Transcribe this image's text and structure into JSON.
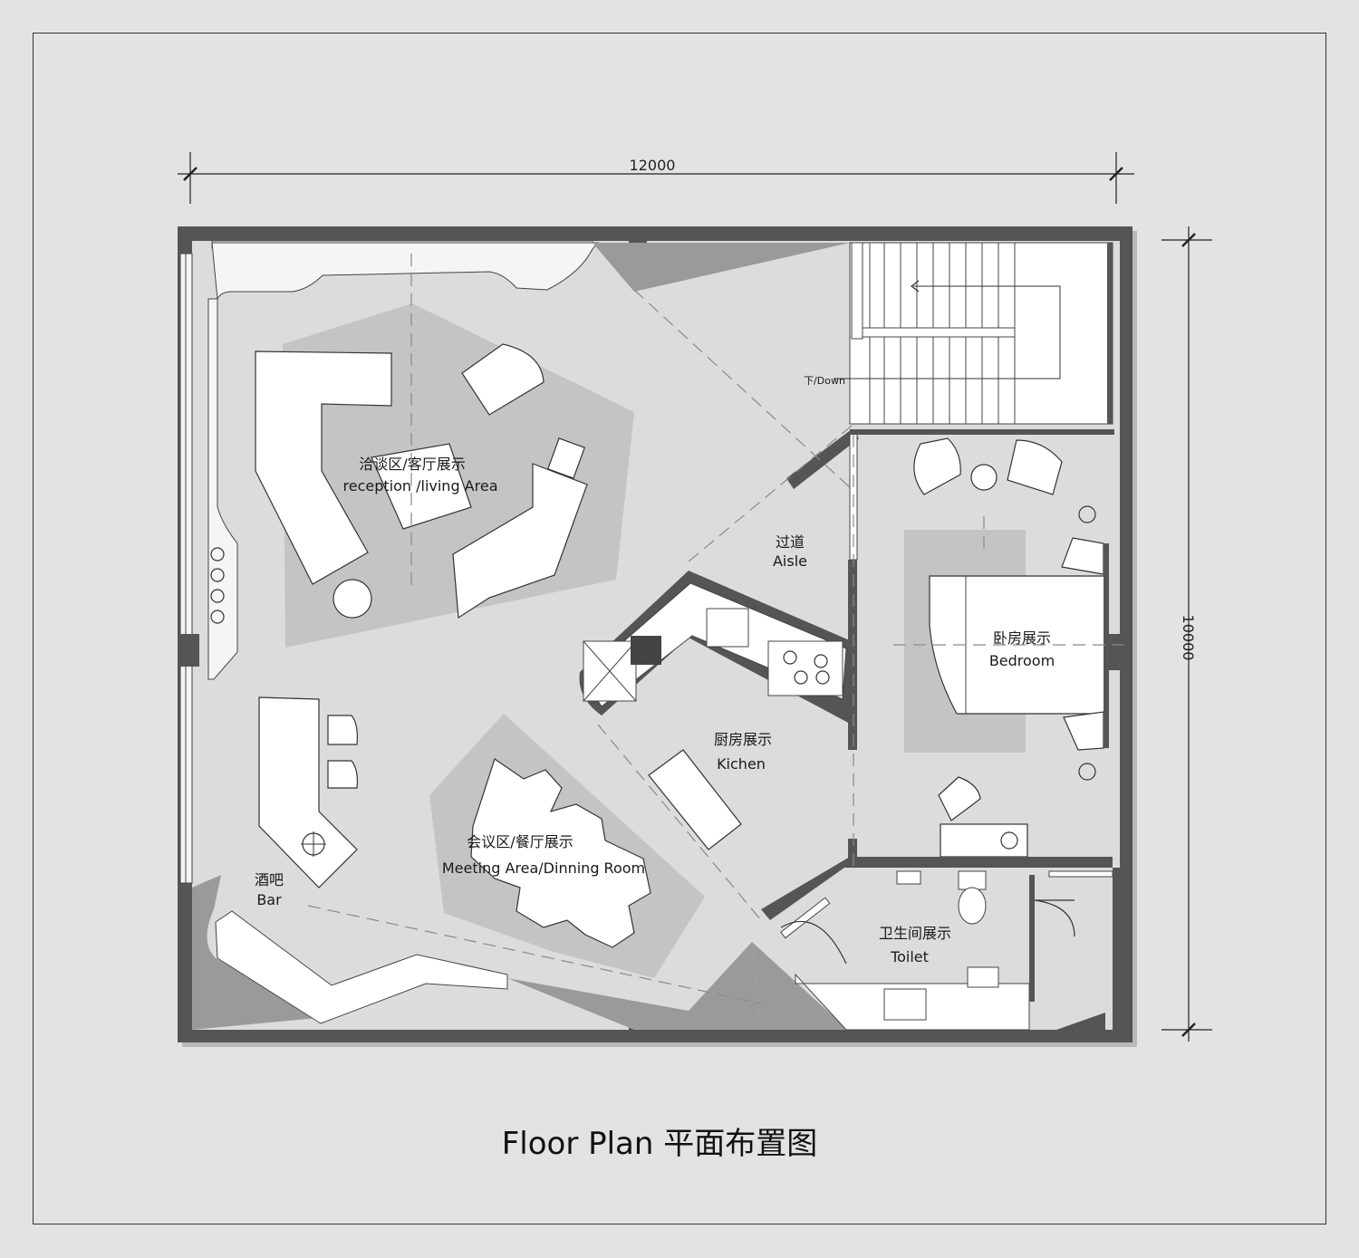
{
  "title": "Floor Plan 平面布置图",
  "dimensions": {
    "width": "12000",
    "height": "10000"
  },
  "rooms": {
    "reception": {
      "cn": "洽谈区/客厅展示",
      "en": "reception /living Area"
    },
    "aisle": {
      "cn": "过道",
      "en": "Aisle"
    },
    "bedroom": {
      "cn": "卧房展示",
      "en": "Bedroom"
    },
    "kitchen": {
      "cn": "厨房展示",
      "en": "Kichen"
    },
    "meeting": {
      "cn": "会议区/餐厅展示",
      "en": "Meeting Area/Dinning Room"
    },
    "bar": {
      "cn": "酒吧",
      "en": "Bar"
    },
    "toilet": {
      "cn": "卫生间展示",
      "en": "Toilet"
    }
  },
  "stairs": {
    "label": "下/Down"
  },
  "colors": {
    "background": "#e3e3e4",
    "wall": "#555557",
    "zone": "#c4c4c6",
    "furniture": "#ffffff"
  }
}
